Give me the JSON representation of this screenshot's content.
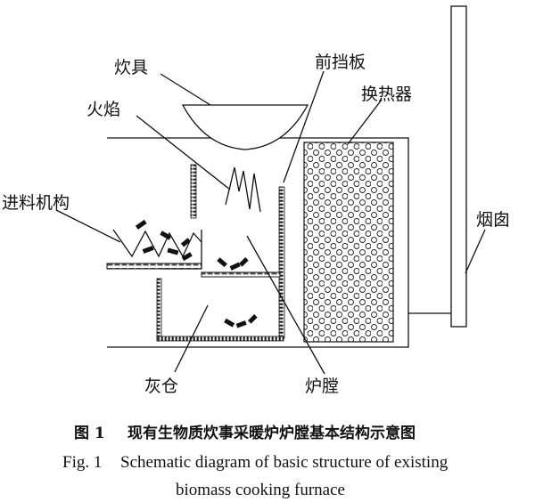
{
  "labels": {
    "cookware": "炊具",
    "flame": "火焰",
    "front_baffle": "前挡板",
    "heat_exchanger": "换热器",
    "feeding_mechanism": "进料机构",
    "chimney": "烟囱",
    "ash_bin": "灰仓",
    "furnace_chamber": "炉膛"
  },
  "caption": {
    "cn_number": "图 1",
    "cn_text": "现有生物质炊事采暖炉炉膛基本结构示意图",
    "en_number": "Fig. 1",
    "en_line1": "Schematic diagram of basic structure of existing",
    "en_line2": "biomass cooking furnace"
  }
}
